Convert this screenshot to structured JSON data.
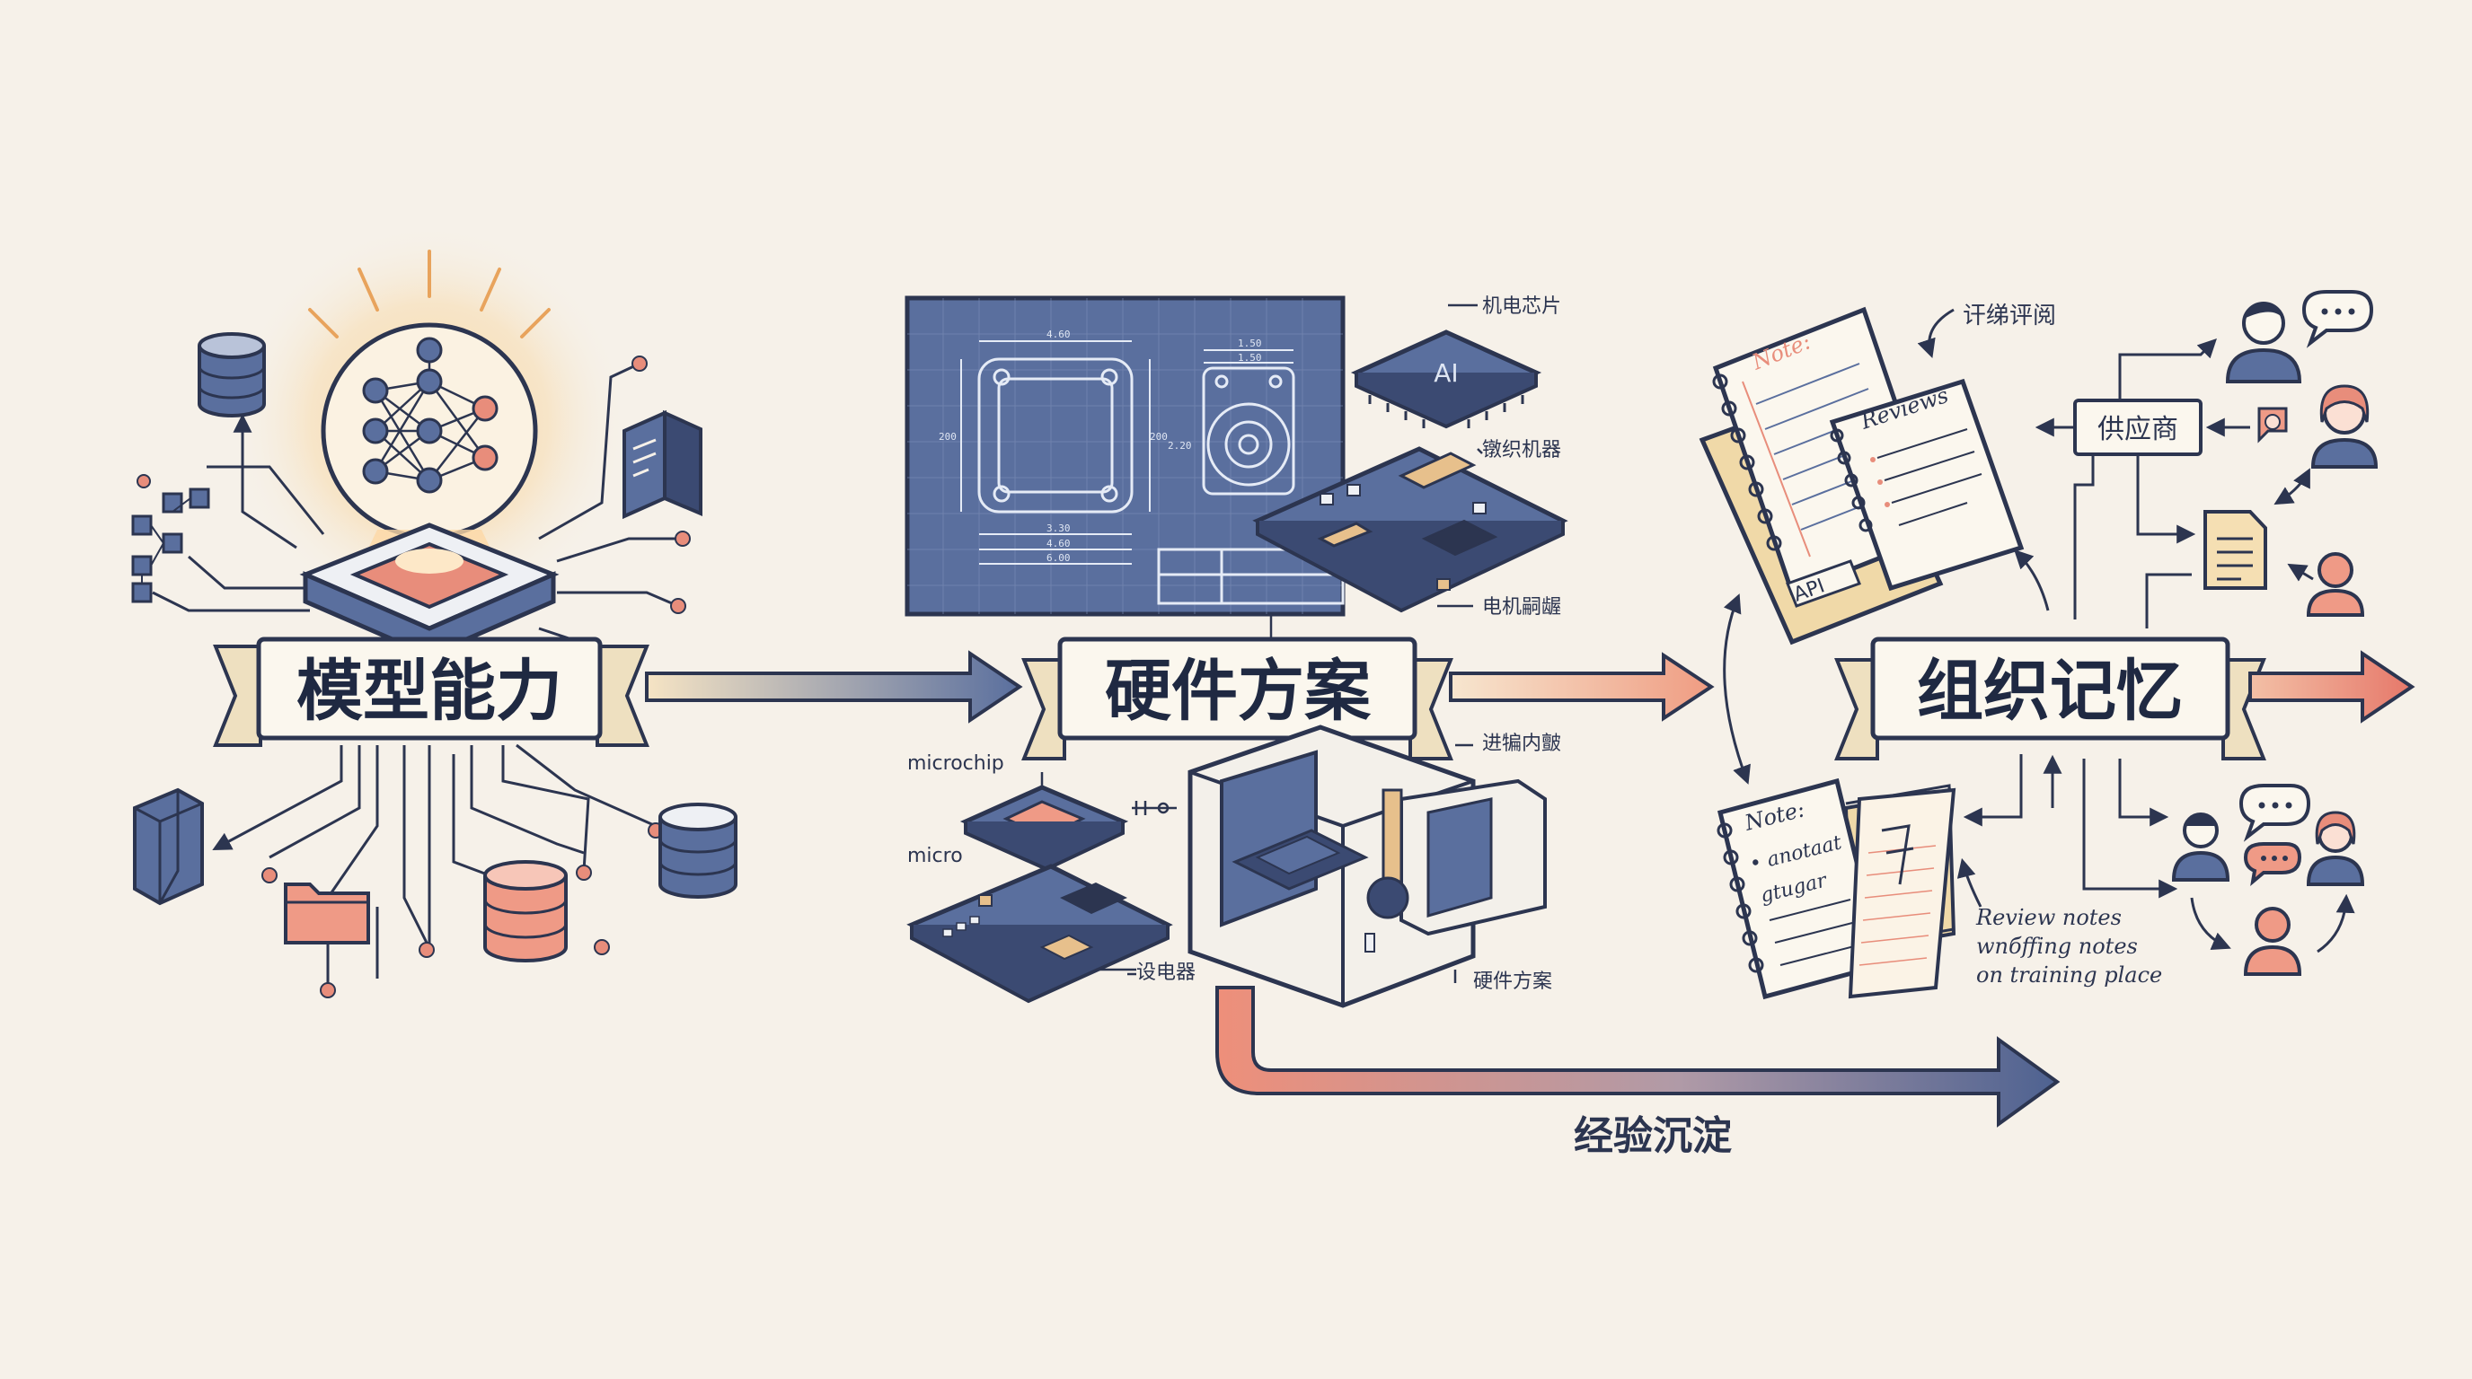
{
  "banners": {
    "model": "模型能力",
    "hardware": "硬件方案",
    "memory": "组织记忆"
  },
  "bottom_arrow_label": "经验沉淀",
  "hardware_labels": {
    "chip": "机电芯片",
    "board": "镦织机器",
    "motor": "电机嗣龌",
    "inner": "进犏内皽",
    "microchip": "microchip",
    "micro": "micro",
    "device": "设电器",
    "case": "硬件方案",
    "chip_face": "AI"
  },
  "blueprint_dims": {
    "top": "4.60",
    "d1": "1.50",
    "d2": "1.50",
    "left": "200",
    "mid": "200",
    "right": "2.20",
    "b1": "3.30",
    "b2": "4.60",
    "b3": "6.00"
  },
  "memory_labels": {
    "review_top": "讦绨评阅",
    "supplier": "供应商",
    "note_top": "Note:",
    "reviews_title": "Reviews",
    "api_tab": "API",
    "note_bottom": "Note:",
    "note_line1": "• anotaat",
    "note_line2": "gtugar",
    "review_notes_1": "Review notes",
    "review_notes_2": "wnбffing notes",
    "review_notes_3": "on training place"
  },
  "colors": {
    "navy": "#2c3550",
    "blue": "#5a6f9e",
    "salmon": "#e88d7b",
    "cream": "#f6f1e9",
    "paper": "#fbf7ee",
    "glow": "#f6c98a"
  }
}
